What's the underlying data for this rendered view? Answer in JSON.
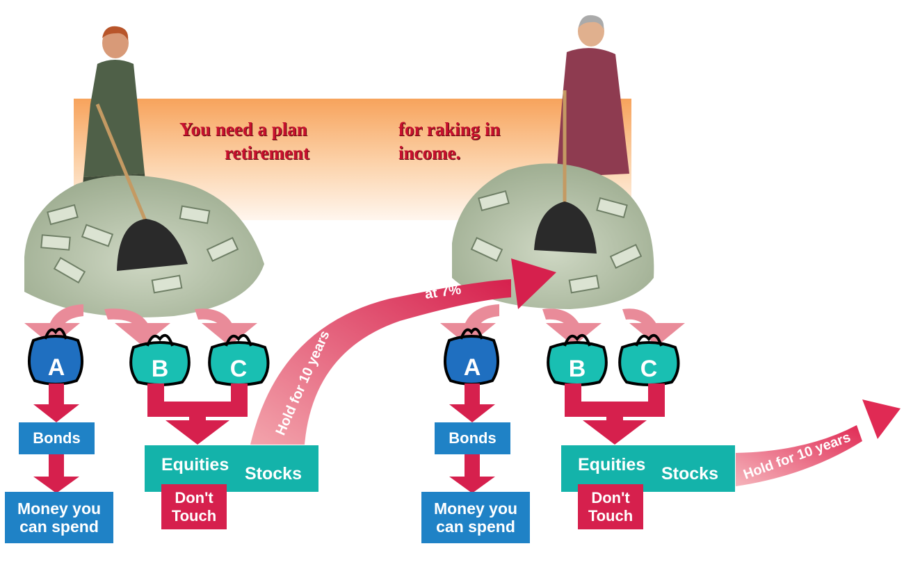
{
  "headline": {
    "line1_left": "You need a plan",
    "line1_right": "for raking in",
    "line2_left": "retirement",
    "line2_right": "income."
  },
  "colors": {
    "banner_top": "#f7a35c",
    "banner_bottom": "#fff6ee",
    "headline": "#c8102e",
    "bond_box": "#1f82c6",
    "equity_box": "#14b3aa",
    "dont_touch_box": "#d6204d",
    "arrow": "#d6204d",
    "bag_a": "#1f6fc0",
    "bag_bc": "#19bfb2"
  },
  "icons": [
    "money-pile-icon",
    "rake-icon",
    "person-raking-icon",
    "money-bag-icon",
    "down-arrow-icon",
    "curved-arrow-icon"
  ],
  "left": {
    "bag_a": "A",
    "bag_b": "B",
    "bag_c": "C",
    "bonds": "Bonds",
    "money_line1": "Money you",
    "money_line2": "can spend",
    "equities": "Equities",
    "stocks": "Stocks",
    "dont_touch_line1": "Don't",
    "dont_touch_line2": "Touch",
    "hold": "Hold for 10 years",
    "rate": "at 7%"
  },
  "right": {
    "bag_a": "A",
    "bag_b": "B",
    "bag_c": "C",
    "bonds": "Bonds",
    "money_line1": "Money you",
    "money_line2": "can spend",
    "equities": "Equities",
    "stocks": "Stocks",
    "dont_touch_line1": "Don't",
    "dont_touch_line2": "Touch",
    "hold": "Hold for 10 years"
  }
}
